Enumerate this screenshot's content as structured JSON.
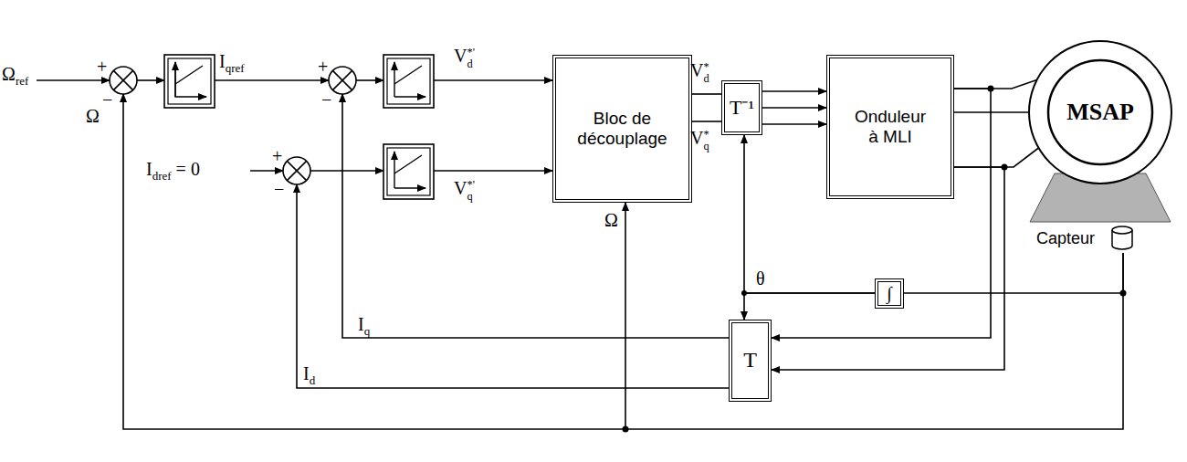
{
  "diagram": {
    "nodes": [
      {
        "text": [
          "Bloc de découplage"
        ]
      },
      {
        "text": [
          "T⁻¹"
        ]
      },
      {
        "text": [
          "Onduleur à MLI"
        ]
      },
      {
        "text": [
          "MSAP"
        ]
      },
      {
        "text": [
          "T"
        ]
      },
      {
        "text": [
          "∫"
        ]
      },
      {
        "text": [
          "Capteur"
        ]
      }
    ],
    "edges": [
      {
        "from": 0,
        "to": 1,
        "label": "Vd*",
        "arrow": "none"
      },
      {
        "from": 0,
        "to": 1,
        "label": "Vq*",
        "arrow": "none"
      },
      {
        "from": 1,
        "to": 2,
        "arrow": "to"
      },
      {
        "from": 1,
        "to": 2,
        "arrow": "to"
      },
      {
        "from": 1,
        "to": 2,
        "arrow": "to"
      },
      {
        "from": 2,
        "to": 3,
        "arrow": "none"
      },
      {
        "from": 2,
        "to": 3,
        "arrow": "none"
      },
      {
        "from": 2,
        "to": 3,
        "arrow": "none"
      },
      {
        "from": 2,
        "to": 4,
        "arrow": "to"
      },
      {
        "from": 2,
        "to": 4,
        "arrow": "to"
      },
      {
        "from": 6,
        "to": 5,
        "arrow": "none"
      },
      {
        "from": 5,
        "to": 1,
        "arrow": "to"
      },
      {
        "from": 5,
        "to": 4,
        "arrow": "to"
      },
      {
        "from": 6,
        "to": 0,
        "arrow": "to"
      }
    ],
    "labels": [
      "Ωref",
      "+",
      "−",
      "Ω",
      "Iqref",
      "+",
      "−",
      "Vd*'",
      "Idref = 0",
      "+",
      "−",
      "Vq*'",
      "Ω",
      "θ",
      "Iq",
      "Id"
    ]
  }
}
